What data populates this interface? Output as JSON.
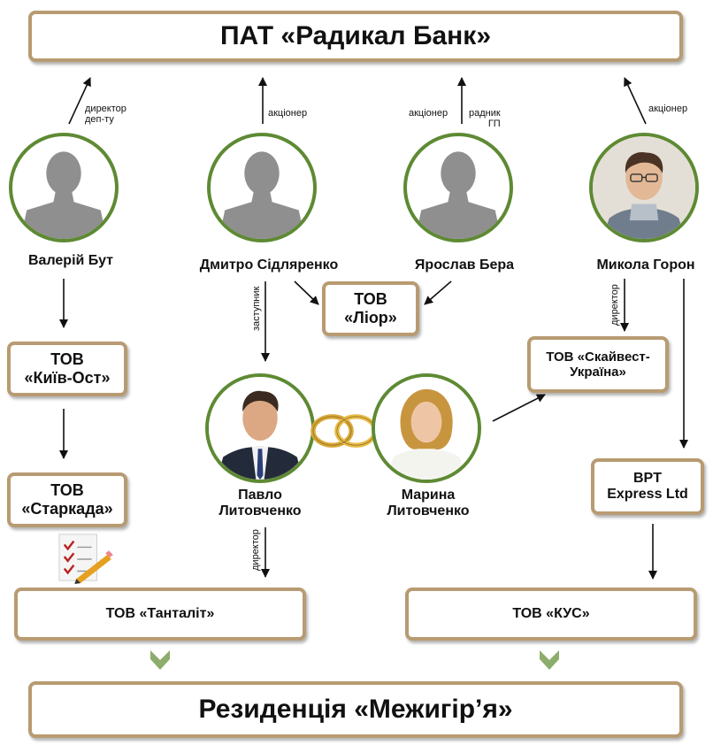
{
  "bank": "ПАТ «Радикал Банк»",
  "residence": "Резиденція «Межигір’я»",
  "people": {
    "but": "Валерій Бут",
    "sidlyarenko": "Дмитро Сідляренко",
    "bera": "Ярослав Бера",
    "goron": "Микола Горон",
    "pavlo": "Павло\nЛитовченко",
    "maryna": "Марина\nЛитовченко"
  },
  "companies": {
    "kyiv_ost": "ТОВ\n«Київ-Ост»",
    "starkada": "ТОВ\n«Старкада»",
    "lior": "ТОВ\n«Ліор»",
    "skyvest": "ТОВ «Скайвест-\nУкраїна»",
    "bpt": "BPT\nExpress Ltd",
    "tantalit": "ТОВ «Танталіт»",
    "kus": "ТОВ «КУС»"
  },
  "labels": {
    "but_role": "директор\nдеп-ту",
    "sidlyarenko_role": "акціонер",
    "bera_role_1": "акціонер",
    "bera_role_2": "радник\nГП",
    "goron_role": "акціонер",
    "deputy": "заступник",
    "director_goron": "директор",
    "director_pavlo": "директор"
  },
  "icons": {
    "silhouette": "person-silhouette-icon",
    "rings": "wedding-rings-icon",
    "checklist": "checklist-pencil-icon",
    "chevron": "chevron-down-icon"
  },
  "colors": {
    "box_border": "#b89b72",
    "avatar_border": "#5e8a33",
    "chevron": "#8cad6c",
    "silhouette": "#8f8f8f"
  }
}
